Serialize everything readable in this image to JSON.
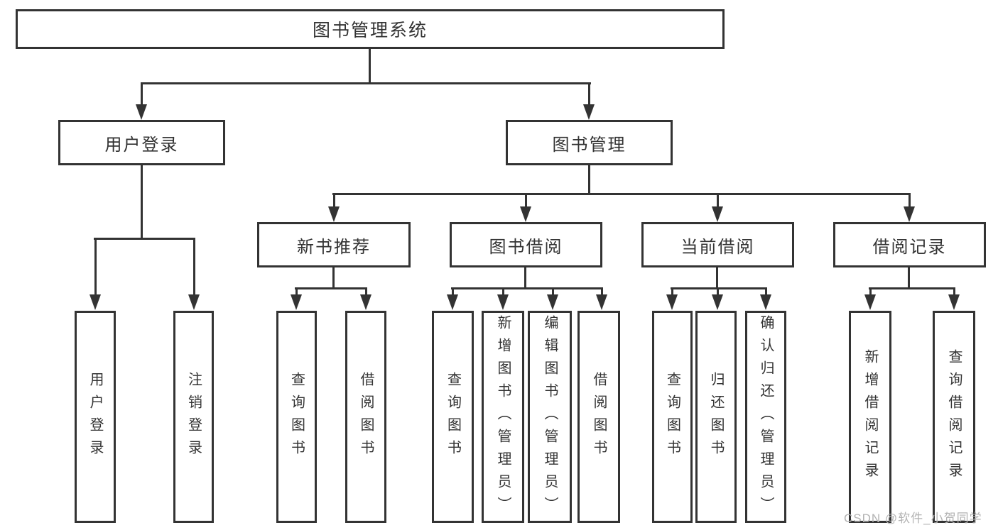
{
  "colors": {
    "line": "#333333",
    "text": "#333333",
    "watermark": "#b3b3b3",
    "background": "#ffffff"
  },
  "watermark": "CSDN @软件_小贺同学",
  "tree": {
    "label": "图书管理系统",
    "children": [
      {
        "label": "用户登录",
        "children": [
          {
            "label": "用户登录"
          },
          {
            "label": "注销登录"
          }
        ]
      },
      {
        "label": "图书管理",
        "children": [
          {
            "label": "新书推荐",
            "children": [
              {
                "label": "查询图书"
              },
              {
                "label": "借阅图书"
              }
            ]
          },
          {
            "label": "图书借阅",
            "children": [
              {
                "label": "查询图书"
              },
              {
                "label": "新增图书（管理员）"
              },
              {
                "label": "编辑图书（管理员）"
              },
              {
                "label": "借阅图书"
              }
            ]
          },
          {
            "label": "当前借阅",
            "children": [
              {
                "label": "查询图书"
              },
              {
                "label": "归还图书"
              },
              {
                "label": "确认归还（管理员）"
              }
            ]
          },
          {
            "label": "借阅记录",
            "children": [
              {
                "label": "新增借阅记录"
              },
              {
                "label": "查询借阅记录"
              }
            ]
          }
        ]
      }
    ]
  }
}
